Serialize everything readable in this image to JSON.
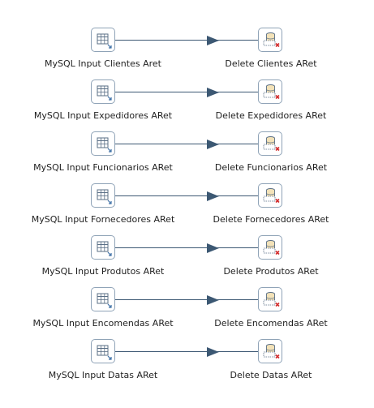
{
  "canvas": {
    "colors": {
      "hop": "#3c5873",
      "step_border": "#8fa3b7",
      "icon_stroke": "#5a6f86",
      "delete_mark": "#d32f2f",
      "db_fill": "#f3e2b8"
    },
    "rows": [
      {
        "input": {
          "label": "MySQL Input Clientes Aret",
          "icon": "table-input-icon"
        },
        "output": {
          "label": "Delete Clientes ARet",
          "icon": "delete-icon"
        }
      },
      {
        "input": {
          "label": "MySQL Input Expedidores ARet",
          "icon": "table-input-icon"
        },
        "output": {
          "label": "Delete Expedidores ARet",
          "icon": "delete-icon"
        }
      },
      {
        "input": {
          "label": "MySQL Input Funcionarios ARet",
          "icon": "table-input-icon"
        },
        "output": {
          "label": "Delete Funcionarios ARet",
          "icon": "delete-icon"
        }
      },
      {
        "input": {
          "label": "MySQL Input Fornecedores ARet",
          "icon": "table-input-icon"
        },
        "output": {
          "label": "Delete Fornecedores ARet",
          "icon": "delete-icon"
        }
      },
      {
        "input": {
          "label": "MySQL Input Produtos ARet",
          "icon": "table-input-icon"
        },
        "output": {
          "label": "Delete Produtos ARet",
          "icon": "delete-icon"
        }
      },
      {
        "input": {
          "label": "MySQL Input Encomendas ARet",
          "icon": "table-input-icon"
        },
        "output": {
          "label": "Delete Encomendas ARet",
          "icon": "delete-icon"
        }
      },
      {
        "input": {
          "label": "MySQL Input Datas ARet",
          "icon": "table-input-icon"
        },
        "output": {
          "label": "Delete Datas ARet",
          "icon": "delete-icon"
        }
      }
    ]
  }
}
